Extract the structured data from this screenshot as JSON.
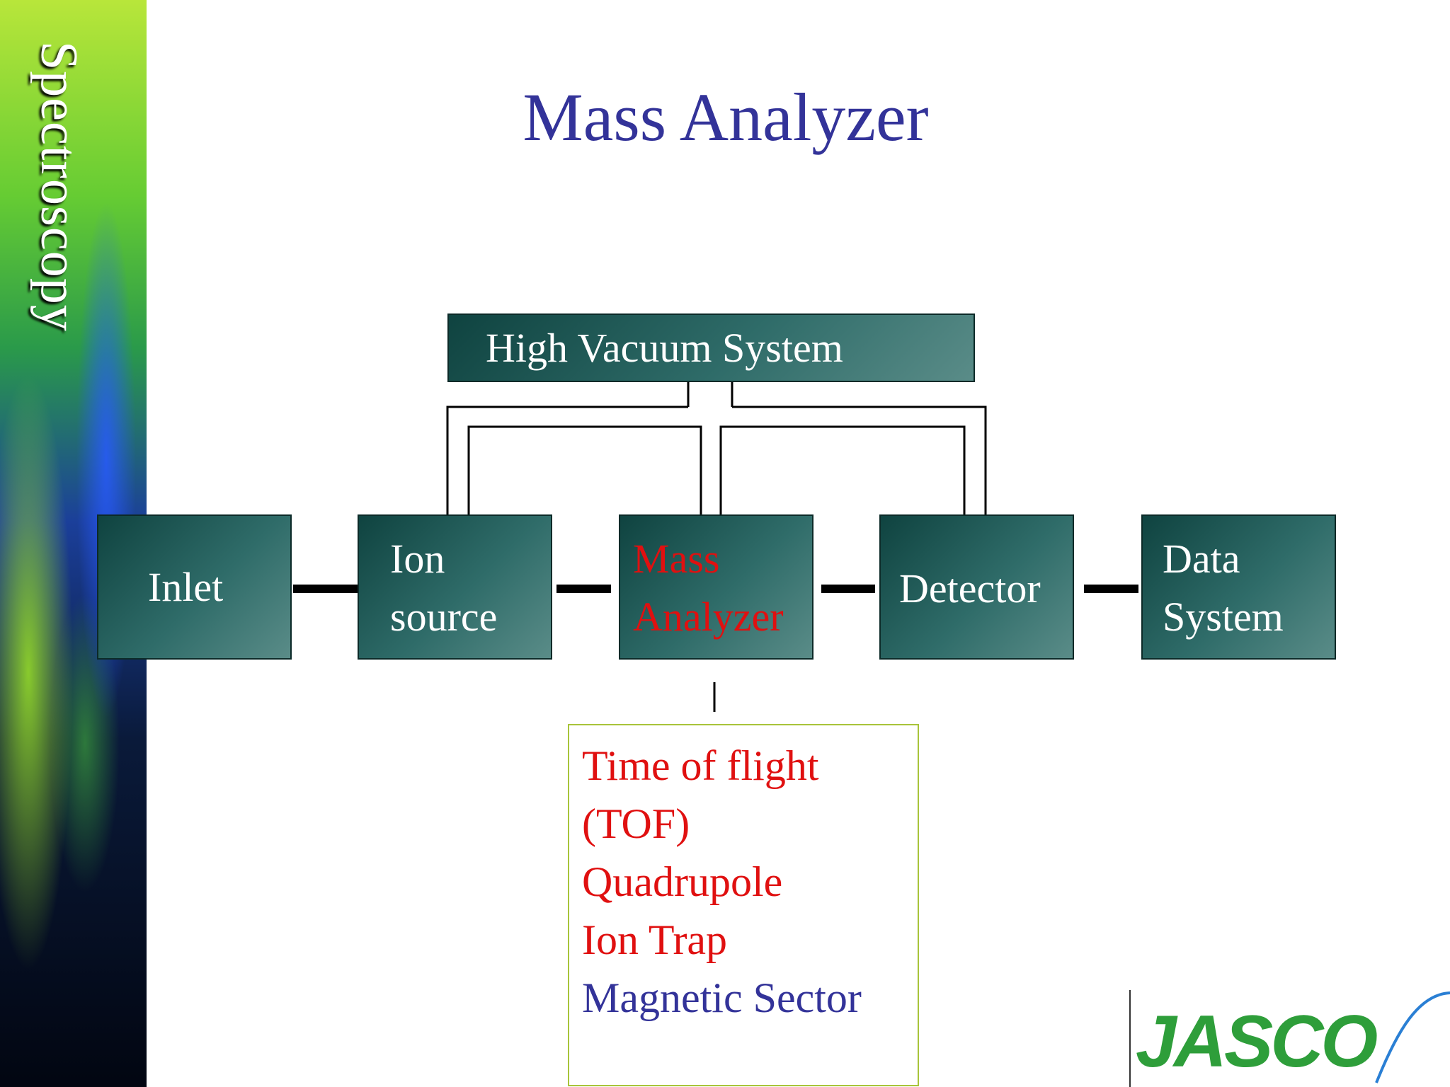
{
  "sidebar": {
    "title": "Spectroscopy"
  },
  "slide": {
    "title": "Mass Analyzer"
  },
  "diagram": {
    "vacuum_box": "High Vacuum System",
    "stages": {
      "inlet": "Inlet",
      "ion_source_line1": "Ion",
      "ion_source_line2": "source",
      "mass_analyzer_line1": "Mass",
      "mass_analyzer_line2": "Analyzer",
      "detector": "Detector",
      "data_system_line1": "Data",
      "data_system_line2": "System"
    },
    "analyzer_types": [
      "Time of flight",
      "(TOF)",
      "Quadrupole",
      "Ion Trap",
      "Magnetic Sector"
    ]
  },
  "logo": {
    "text": "JASCO"
  },
  "colors": {
    "title": "#333399",
    "box_fill": "#2f6c69",
    "highlight_red": "#e01010",
    "types_border": "#a8c43a",
    "logo_green": "#2e9e3a",
    "logo_arc": "#2a7fd4"
  }
}
